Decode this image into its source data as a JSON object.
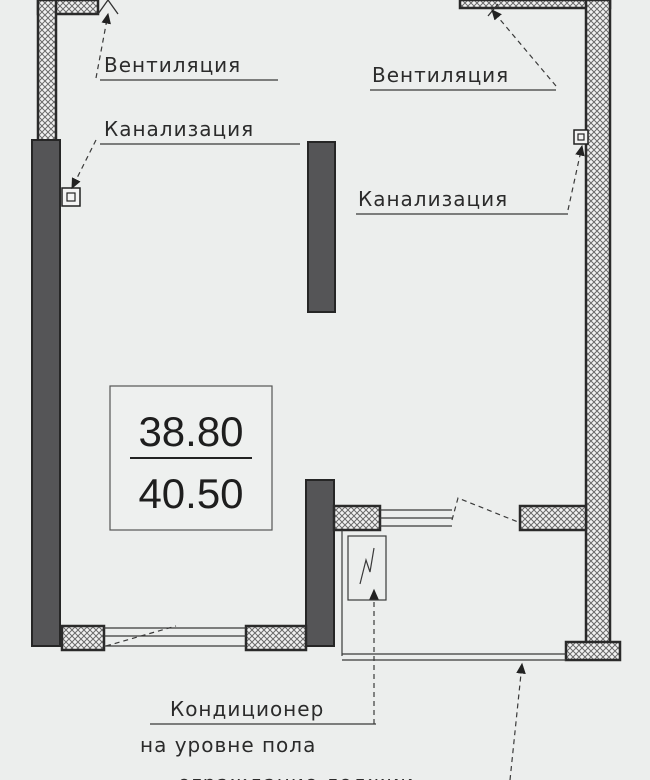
{
  "labels": {
    "ventilation_left": "Вентиляция",
    "ventilation_right": "Вентиляция",
    "sewer_left": "Канализация",
    "sewer_right": "Канализация",
    "ac_line1": "Кондиционер",
    "ac_line2": "на уровне пола",
    "railing": "ограждание лоджии"
  },
  "area": {
    "living": "38.80",
    "total": "40.50"
  },
  "colors": {
    "background": "#eceeed",
    "wall_hatch": "#6a6a6a",
    "solid_wall": "#555557",
    "ink": "#2b2b2b"
  }
}
